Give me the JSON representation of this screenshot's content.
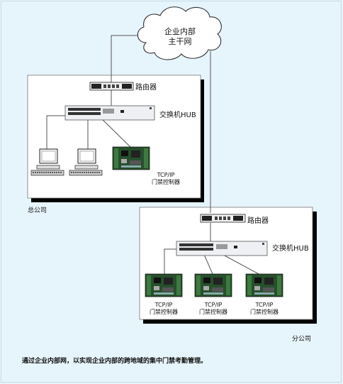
{
  "network": {
    "cloud_label_line1": "企业内部",
    "cloud_label_line2": "主干网"
  },
  "head_office": {
    "router_label": "路由器",
    "switch_label": "交换机HUB",
    "controller_label_line1": "TCP/IP",
    "controller_label_line2": "门禁控制器",
    "office_label": "总公司"
  },
  "branch_office": {
    "router_label": "路由器",
    "switch_label": "交换机HUB",
    "controllers": [
      {
        "line1": "TCP/IP",
        "line2": "门禁控制器"
      },
      {
        "line1": "TCP/IP",
        "line2": "门禁控制器"
      },
      {
        "line1": "TCP/IP",
        "line2": "门禁控制器"
      }
    ],
    "office_label": "分公司"
  },
  "caption": "通过企业内部网，以实现企业内部的跨地域的集中门禁考勤管理。",
  "colors": {
    "background": "#e6f4fb",
    "panel": "#ffffff",
    "shadow": "#000000",
    "board": "#1f4e26"
  }
}
